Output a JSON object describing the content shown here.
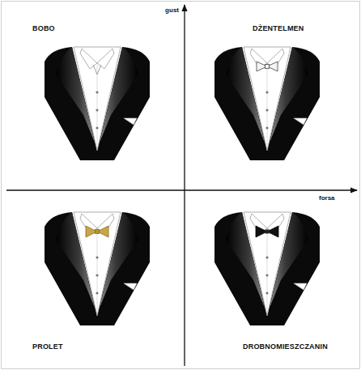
{
  "diagram": {
    "labels": [
      "gust",
      "forsa",
      "BOBO",
      "DŻENTELMEN",
      "PROLET",
      "DROBNOMIESZCZANIN"
    ]
  }
}
